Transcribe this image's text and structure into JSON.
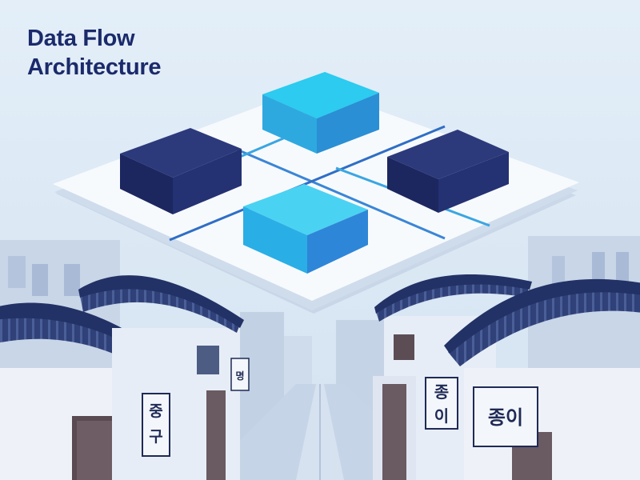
{
  "title": {
    "line1": "Data Flow",
    "line2": "Architecture"
  },
  "signs": {
    "left_vertical": "중구",
    "left_small": "명",
    "right_vertical": "종이",
    "right_board": "종이"
  },
  "colors": {
    "background": "#dde9f4",
    "title": "#1b2a6b",
    "navy_block": "#23306e",
    "cyan_block": "#38c2ec",
    "roof": "#2d3f74",
    "platform": "#f7fafd"
  }
}
